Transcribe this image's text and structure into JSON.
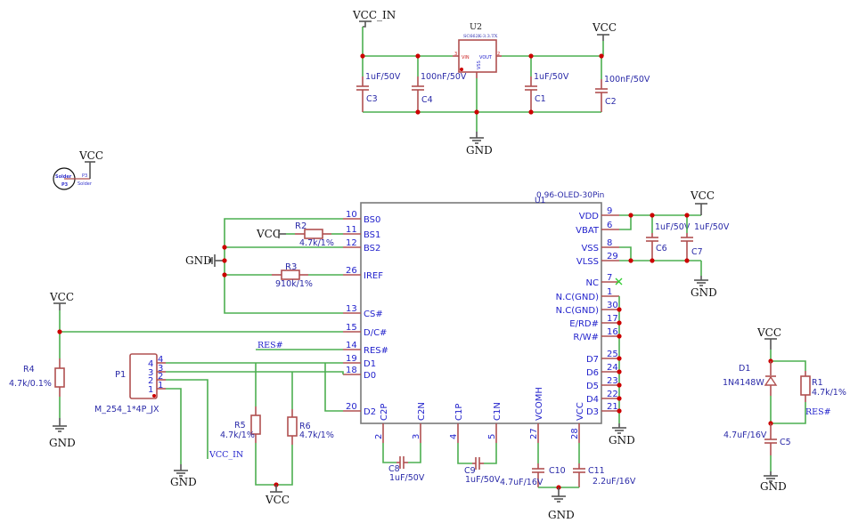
{
  "nets": {
    "vcc": "VCC",
    "vcc_in": "VCC_IN",
    "gnd": "GND",
    "res": "RES#"
  },
  "regulator": {
    "ref": "U2",
    "part": "SC662K-3.3.TX",
    "pins": {
      "vin": "VIN",
      "vout": "VOUT",
      "vss": "VSS",
      "vin_num": "3",
      "vout_num": "2",
      "vss_num": "1"
    },
    "caps": [
      {
        "ref": "C3",
        "value": "1uF/50V"
      },
      {
        "ref": "C4",
        "value": "100nF/50V"
      },
      {
        "ref": "C1",
        "value": "1uF/50V"
      },
      {
        "ref": "C2",
        "value": "100nF/50V"
      }
    ]
  },
  "solder_pad": {
    "ref": "P3",
    "label": "Solder"
  },
  "oled": {
    "ref": "U1",
    "part": "0.96-OLED-30Pin",
    "left_pins": [
      {
        "num": "10",
        "name": "BS0"
      },
      {
        "num": "11",
        "name": "BS1"
      },
      {
        "num": "12",
        "name": "BS2"
      },
      {
        "num": "26",
        "name": "IREF"
      },
      {
        "num": "13",
        "name": "CS#"
      },
      {
        "num": "15",
        "name": "D/C#"
      },
      {
        "num": "14",
        "name": "RES#"
      },
      {
        "num": "19",
        "name": "D1"
      },
      {
        "num": "18",
        "name": "D0"
      },
      {
        "num": "20",
        "name": "D2"
      }
    ],
    "right_pins": [
      {
        "num": "9",
        "name": "VDD"
      },
      {
        "num": "6",
        "name": "VBAT"
      },
      {
        "num": "8",
        "name": "VSS"
      },
      {
        "num": "29",
        "name": "VLSS"
      },
      {
        "num": "7",
        "name": "NC"
      },
      {
        "num": "1",
        "name": "N.C(GND)"
      },
      {
        "num": "30",
        "name": "N.C(GND)"
      },
      {
        "num": "17",
        "name": "E/RD#"
      },
      {
        "num": "16",
        "name": "R/W#"
      },
      {
        "num": "25",
        "name": "D7"
      },
      {
        "num": "24",
        "name": "D6"
      },
      {
        "num": "23",
        "name": "D5"
      },
      {
        "num": "22",
        "name": "D4"
      },
      {
        "num": "21",
        "name": "D3"
      }
    ],
    "bottom_pins": [
      {
        "num": "2",
        "name": "C2P"
      },
      {
        "num": "3",
        "name": "C2N"
      },
      {
        "num": "4",
        "name": "C1P"
      },
      {
        "num": "5",
        "name": "C1N"
      },
      {
        "num": "27",
        "name": "VCOMH"
      },
      {
        "num": "28",
        "name": "VCC"
      }
    ]
  },
  "resistors": [
    {
      "ref": "R2",
      "value": "4.7k/1%"
    },
    {
      "ref": "R3",
      "value": "910k/1%"
    },
    {
      "ref": "R4",
      "value": "4.7k/0.1%"
    },
    {
      "ref": "R5",
      "value": "4.7k/1%"
    },
    {
      "ref": "R6",
      "value": "4.7k/1%"
    },
    {
      "ref": "R1",
      "value": "4.7k/1%"
    }
  ],
  "caps": [
    {
      "ref": "C6",
      "value": "1uF/50V"
    },
    {
      "ref": "C7",
      "value": "1uF/50V"
    },
    {
      "ref": "C8",
      "value": "1uF/50V"
    },
    {
      "ref": "C9",
      "value": "1uF/50V"
    },
    {
      "ref": "C10",
      "value": "4.7uF/16V"
    },
    {
      "ref": "C11",
      "value": "2.2uF/16V"
    },
    {
      "ref": "C5",
      "value": "4.7uF/16V"
    }
  ],
  "connector": {
    "ref": "P1",
    "part": "M_254_1*4P_JX",
    "pins": [
      "4",
      "3",
      "2",
      "1"
    ]
  },
  "diode": {
    "ref": "D1",
    "part": "1N4148W"
  }
}
